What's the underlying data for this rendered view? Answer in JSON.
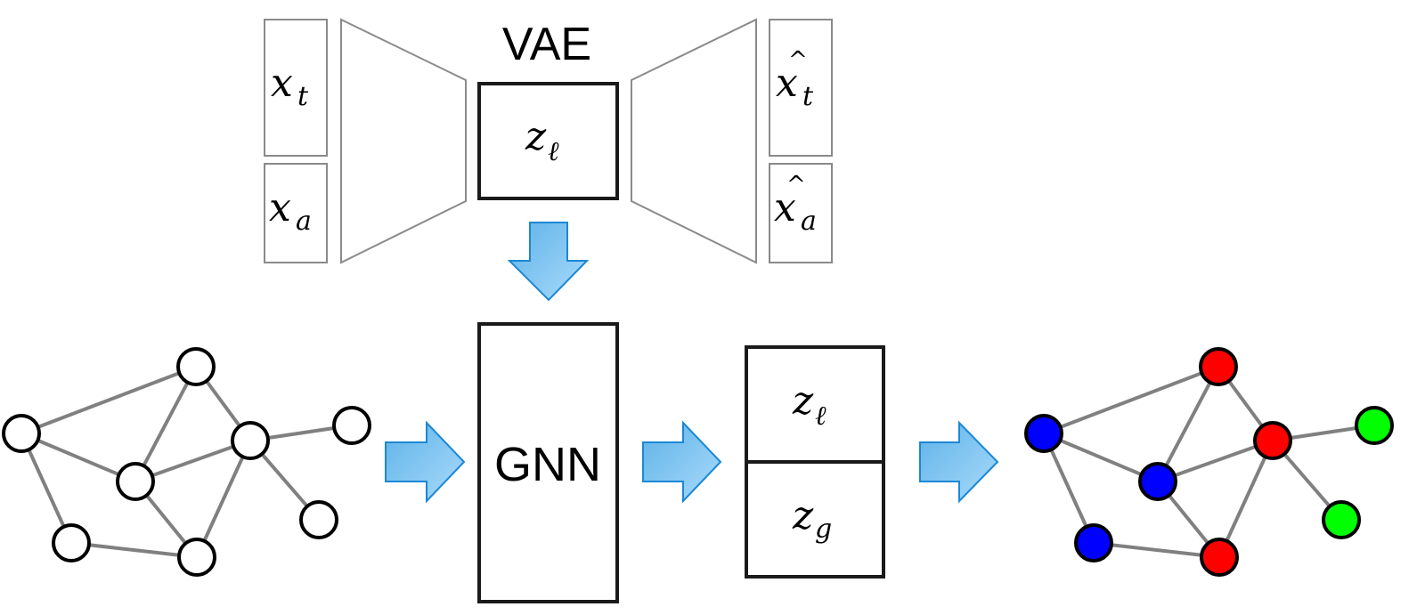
{
  "vae": {
    "title": "VAE",
    "inputs": [
      {
        "base": "x",
        "sub": "t",
        "hat": false
      },
      {
        "base": "x",
        "sub": "a",
        "hat": false
      }
    ],
    "latent": {
      "base": "z",
      "sub": "ℓ"
    },
    "outputs": [
      {
        "base": "x",
        "sub": "t",
        "hat": true
      },
      {
        "base": "x",
        "sub": "a",
        "hat": true
      }
    ]
  },
  "gnn": {
    "label": "GNN"
  },
  "embedding": [
    {
      "base": "z",
      "sub": "ℓ"
    },
    {
      "base": "z",
      "sub": "g"
    }
  ],
  "colors": {
    "arrow_light": "#a9dbfb",
    "arrow_dark": "#5fb2e8",
    "arrow_stroke": "#1b88d4",
    "edge": "#808080",
    "node_stroke": "#000000",
    "unlabeled_node": "#ffffff",
    "cluster_blue": "#0000ff",
    "cluster_red": "#ff0000",
    "cluster_green": "#00ff00"
  },
  "graph": {
    "nodes": [
      "A",
      "B",
      "C",
      "D",
      "E",
      "F",
      "G",
      "H"
    ],
    "edges": [
      [
        "A",
        "B"
      ],
      [
        "A",
        "C"
      ],
      [
        "A",
        "F"
      ],
      [
        "B",
        "C"
      ],
      [
        "B",
        "D"
      ],
      [
        "C",
        "D"
      ],
      [
        "C",
        "G"
      ],
      [
        "D",
        "E"
      ],
      [
        "D",
        "G"
      ],
      [
        "D",
        "H"
      ],
      [
        "F",
        "G"
      ]
    ],
    "input_labels": {
      "A": "none",
      "B": "none",
      "C": "none",
      "D": "none",
      "E": "none",
      "F": "none",
      "G": "none",
      "H": "none"
    },
    "output_labels": {
      "A": "blue",
      "B": "red",
      "C": "blue",
      "D": "red",
      "E": "green",
      "F": "blue",
      "G": "red",
      "H": "green"
    }
  }
}
